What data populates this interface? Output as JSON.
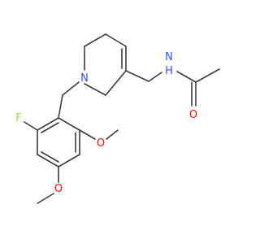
{
  "molecule": {
    "atoms": {
      "n_amide": "N",
      "h_amide": "H",
      "o_carbonyl": "O",
      "n_ring": "N",
      "f": "F",
      "o_methoxy_1": "O",
      "o_methoxy_2": "O"
    },
    "colors": {
      "bond": "#3d3d3d",
      "nitrogen": "#3050f8",
      "oxygen": "#ff0d0d",
      "fluorine": "#90e050"
    }
  }
}
